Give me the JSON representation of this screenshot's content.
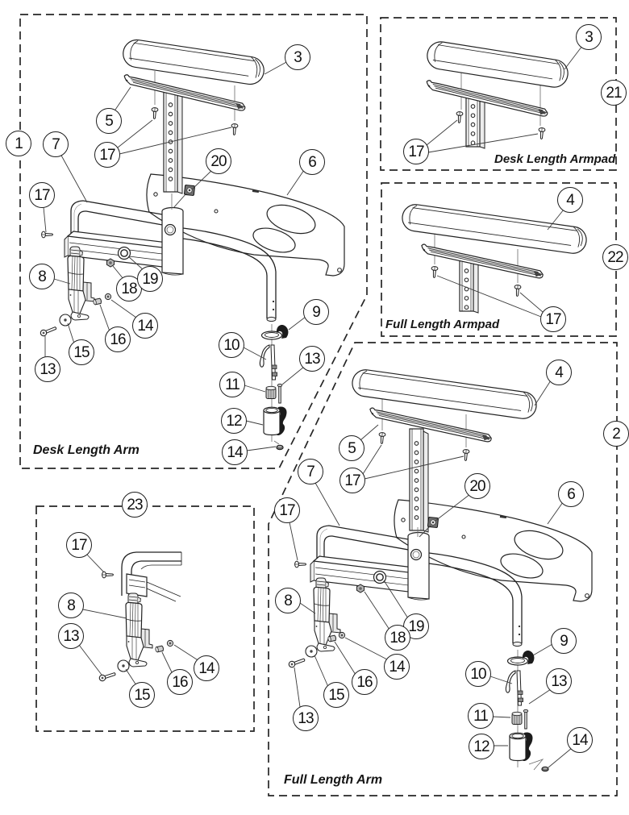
{
  "style": {
    "background": "#ffffff",
    "line_color": "#1f1f1f",
    "border_style": "dashed"
  },
  "panels": {
    "desk_arm": {
      "label": "Desk Length Arm",
      "ref_callout": "1"
    },
    "desk_armpad": {
      "label": "Desk Length Armpad",
      "ref_callout": "21"
    },
    "full_armpad": {
      "label": "Full Length Armpad",
      "ref_callout": "22"
    },
    "full_arm": {
      "label": "Full Length Arm",
      "ref_callout": "2"
    },
    "mounting_detail": {
      "ref_callout": "23"
    }
  },
  "callouts": [
    {
      "label": "1",
      "panel": "desk_arm"
    },
    {
      "label": "3",
      "panel": "desk_arm"
    },
    {
      "label": "5",
      "panel": "desk_arm"
    },
    {
      "label": "17",
      "panel": "desk_arm"
    },
    {
      "label": "7",
      "panel": "desk_arm"
    },
    {
      "label": "17",
      "panel": "desk_arm"
    },
    {
      "label": "20",
      "panel": "desk_arm"
    },
    {
      "label": "6",
      "panel": "desk_arm"
    },
    {
      "label": "8",
      "panel": "desk_arm"
    },
    {
      "label": "18",
      "panel": "desk_arm"
    },
    {
      "label": "19",
      "panel": "desk_arm"
    },
    {
      "label": "14",
      "panel": "desk_arm"
    },
    {
      "label": "16",
      "panel": "desk_arm"
    },
    {
      "label": "15",
      "panel": "desk_arm"
    },
    {
      "label": "13",
      "panel": "desk_arm"
    },
    {
      "label": "9",
      "panel": "desk_arm"
    },
    {
      "label": "10",
      "panel": "desk_arm"
    },
    {
      "label": "13",
      "panel": "desk_arm"
    },
    {
      "label": "11",
      "panel": "desk_arm"
    },
    {
      "label": "12",
      "panel": "desk_arm"
    },
    {
      "label": "14",
      "panel": "desk_arm"
    },
    {
      "label": "3",
      "panel": "desk_armpad"
    },
    {
      "label": "21",
      "panel": "desk_armpad"
    },
    {
      "label": "17",
      "panel": "desk_armpad"
    },
    {
      "label": "4",
      "panel": "full_armpad"
    },
    {
      "label": "22",
      "panel": "full_armpad"
    },
    {
      "label": "17",
      "panel": "full_armpad"
    },
    {
      "label": "4",
      "panel": "full_arm"
    },
    {
      "label": "2",
      "panel": "full_arm"
    },
    {
      "label": "5",
      "panel": "full_arm"
    },
    {
      "label": "17",
      "panel": "full_arm"
    },
    {
      "label": "7",
      "panel": "full_arm"
    },
    {
      "label": "17",
      "panel": "full_arm"
    },
    {
      "label": "20",
      "panel": "full_arm"
    },
    {
      "label": "6",
      "panel": "full_arm"
    },
    {
      "label": "8",
      "panel": "full_arm"
    },
    {
      "label": "19",
      "panel": "full_arm"
    },
    {
      "label": "18",
      "panel": "full_arm"
    },
    {
      "label": "14",
      "panel": "full_arm"
    },
    {
      "label": "16",
      "panel": "full_arm"
    },
    {
      "label": "15",
      "panel": "full_arm"
    },
    {
      "label": "13",
      "panel": "full_arm"
    },
    {
      "label": "9",
      "panel": "full_arm"
    },
    {
      "label": "10",
      "panel": "full_arm"
    },
    {
      "label": "13",
      "panel": "full_arm"
    },
    {
      "label": "11",
      "panel": "full_arm"
    },
    {
      "label": "12",
      "panel": "full_arm"
    },
    {
      "label": "14",
      "panel": "full_arm"
    },
    {
      "label": "23",
      "panel": "mounting_detail"
    },
    {
      "label": "17",
      "panel": "mounting_detail"
    },
    {
      "label": "8",
      "panel": "mounting_detail"
    },
    {
      "label": "13",
      "panel": "mounting_detail"
    },
    {
      "label": "15",
      "panel": "mounting_detail"
    },
    {
      "label": "16",
      "panel": "mounting_detail"
    },
    {
      "label": "14",
      "panel": "mounting_detail"
    }
  ]
}
